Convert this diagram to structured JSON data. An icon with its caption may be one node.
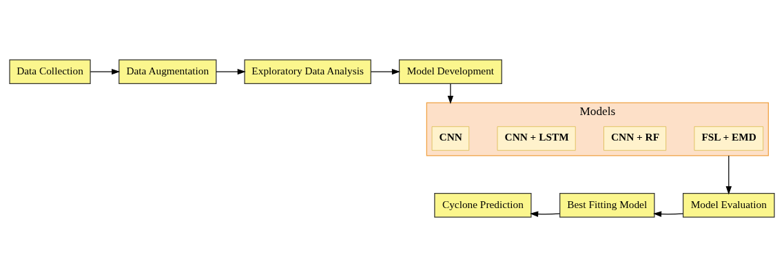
{
  "diagram": {
    "nodes": [
      {
        "text": [
          "Data Collection"
        ]
      },
      {
        "text": [
          "Data Augmentation"
        ]
      },
      {
        "text": [
          "Exploratory Data Analysis"
        ]
      },
      {
        "text": [
          "Model Development"
        ]
      },
      {
        "text": [
          "Models"
        ]
      },
      {
        "text": [
          "CNN"
        ],
        "in": 4
      },
      {
        "text": [
          "CNN + LSTM"
        ],
        "in": 4
      },
      {
        "text": [
          "CNN + RF"
        ],
        "in": 4
      },
      {
        "text": [
          "FSL + EMD"
        ],
        "in": 4
      },
      {
        "text": [
          "Model Evaluation"
        ]
      },
      {
        "text": [
          "Best Fitting Model"
        ]
      },
      {
        "text": [
          "Cyclone Prediction"
        ]
      }
    ],
    "edges": [
      {
        "from": 0,
        "to": 1,
        "arrow": "to"
      },
      {
        "from": 1,
        "to": 2,
        "arrow": "to"
      },
      {
        "from": 2,
        "to": 3,
        "arrow": "to"
      },
      {
        "from": 3,
        "to": 4,
        "arrow": "to"
      },
      {
        "from": 4,
        "to": 9,
        "arrow": "to"
      },
      {
        "from": 9,
        "to": 10,
        "arrow": "to"
      },
      {
        "from": 10,
        "to": 11,
        "arrow": "to"
      }
    ]
  }
}
